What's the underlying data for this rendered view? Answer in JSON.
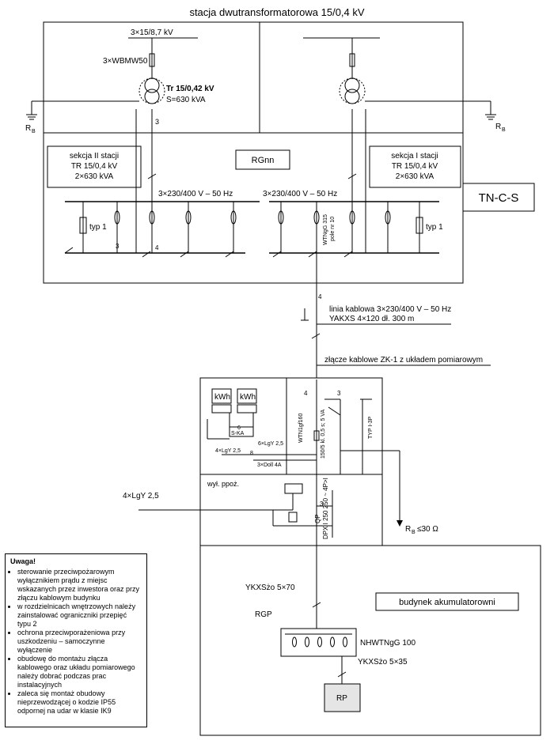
{
  "title": "stacja dwutransformatorowa 15/0,4 kV",
  "mv": {
    "supply": "3×15/8,7 kV",
    "fuses": "3×WBMW50"
  },
  "transformer": {
    "name": "Tr 15/0,42 kV",
    "power": "S=630 kVA",
    "three": "3"
  },
  "earth": {
    "left": "R",
    "left_sub": "B",
    "right": "R",
    "right_sub": "B"
  },
  "rgnn": "RGnn",
  "section_left": {
    "l1": "sekcja II stacji",
    "l2": "TR 15/0,4 kV",
    "l3": "2×630 kVA"
  },
  "section_right": {
    "l1": "sekcja I stacji",
    "l2": "TR 15/0,4 kV",
    "l3": "2×630 kVA"
  },
  "tncs": "TN-C-S",
  "busbar_left": "3×230/400 V – 50 Hz",
  "busbar_right": "3×230/400 V – 50 Hz",
  "surge_left": "typ 1",
  "surge_right": "typ 1",
  "field_label": {
    "l1": "WTNgG 315",
    "l2": "pole nr 10"
  },
  "num3": "3",
  "num4": "4",
  "cable": {
    "l1": "linia kablowa 3×230/400 V – 50 Hz",
    "l2": "YAKXS 4×120 dł. 300 m"
  },
  "zk": {
    "label": "złącze kablowe ZK-1 z układem pomiarowym",
    "kwh": "kWh",
    "ska": "S-KA",
    "lgy6": "6×LgY 2,5",
    "lgy4": "4×LgY 2,5",
    "dolli": "3×Doll 4A",
    "wtn": "WTN1gf160",
    "trafo": "150/5 kl. 0,5 s; 5 VA",
    "typ": "TYP I-3P",
    "fire": "wył. ppoż.",
    "dpx": "DPX I 250  250 ~ 4P>I",
    "qp": "QP",
    "n8": "8",
    "n6": "6"
  },
  "fire_cable": "4×LgY 2,5",
  "rb_ohm": "≤30 Ω",
  "building": "budynek akumulatorowni",
  "cable2": "YKXSżo 5×70",
  "rgp": "RGP",
  "nhwtngg": "NHWTNgG 100",
  "cable3": "YKXSżo 5×35",
  "rp": "RP",
  "notes": {
    "title": "Uwaga!",
    "items": [
      "sterowanie przeciwpożarowym wyłącznikiem prądu z miejsc wskazanych przez inwestora oraz przy złączu kablowym budynku",
      "w rozdzielnicach wnętrzowych należy zainstalować ograniczniki przepięć typu 2",
      "ochrona przeciwporażeniowa przy uszkodzeniu – samoczynne wyłączenie",
      "obudowę do montażu złącza kablowego oraz układu pomiarowego należy dobrać podczas prac instalacyjnych",
      "zaleca się montaż obudowy nieprzewodzącej o kodzie IP55 odpornej na udar w klasie IK9"
    ]
  }
}
